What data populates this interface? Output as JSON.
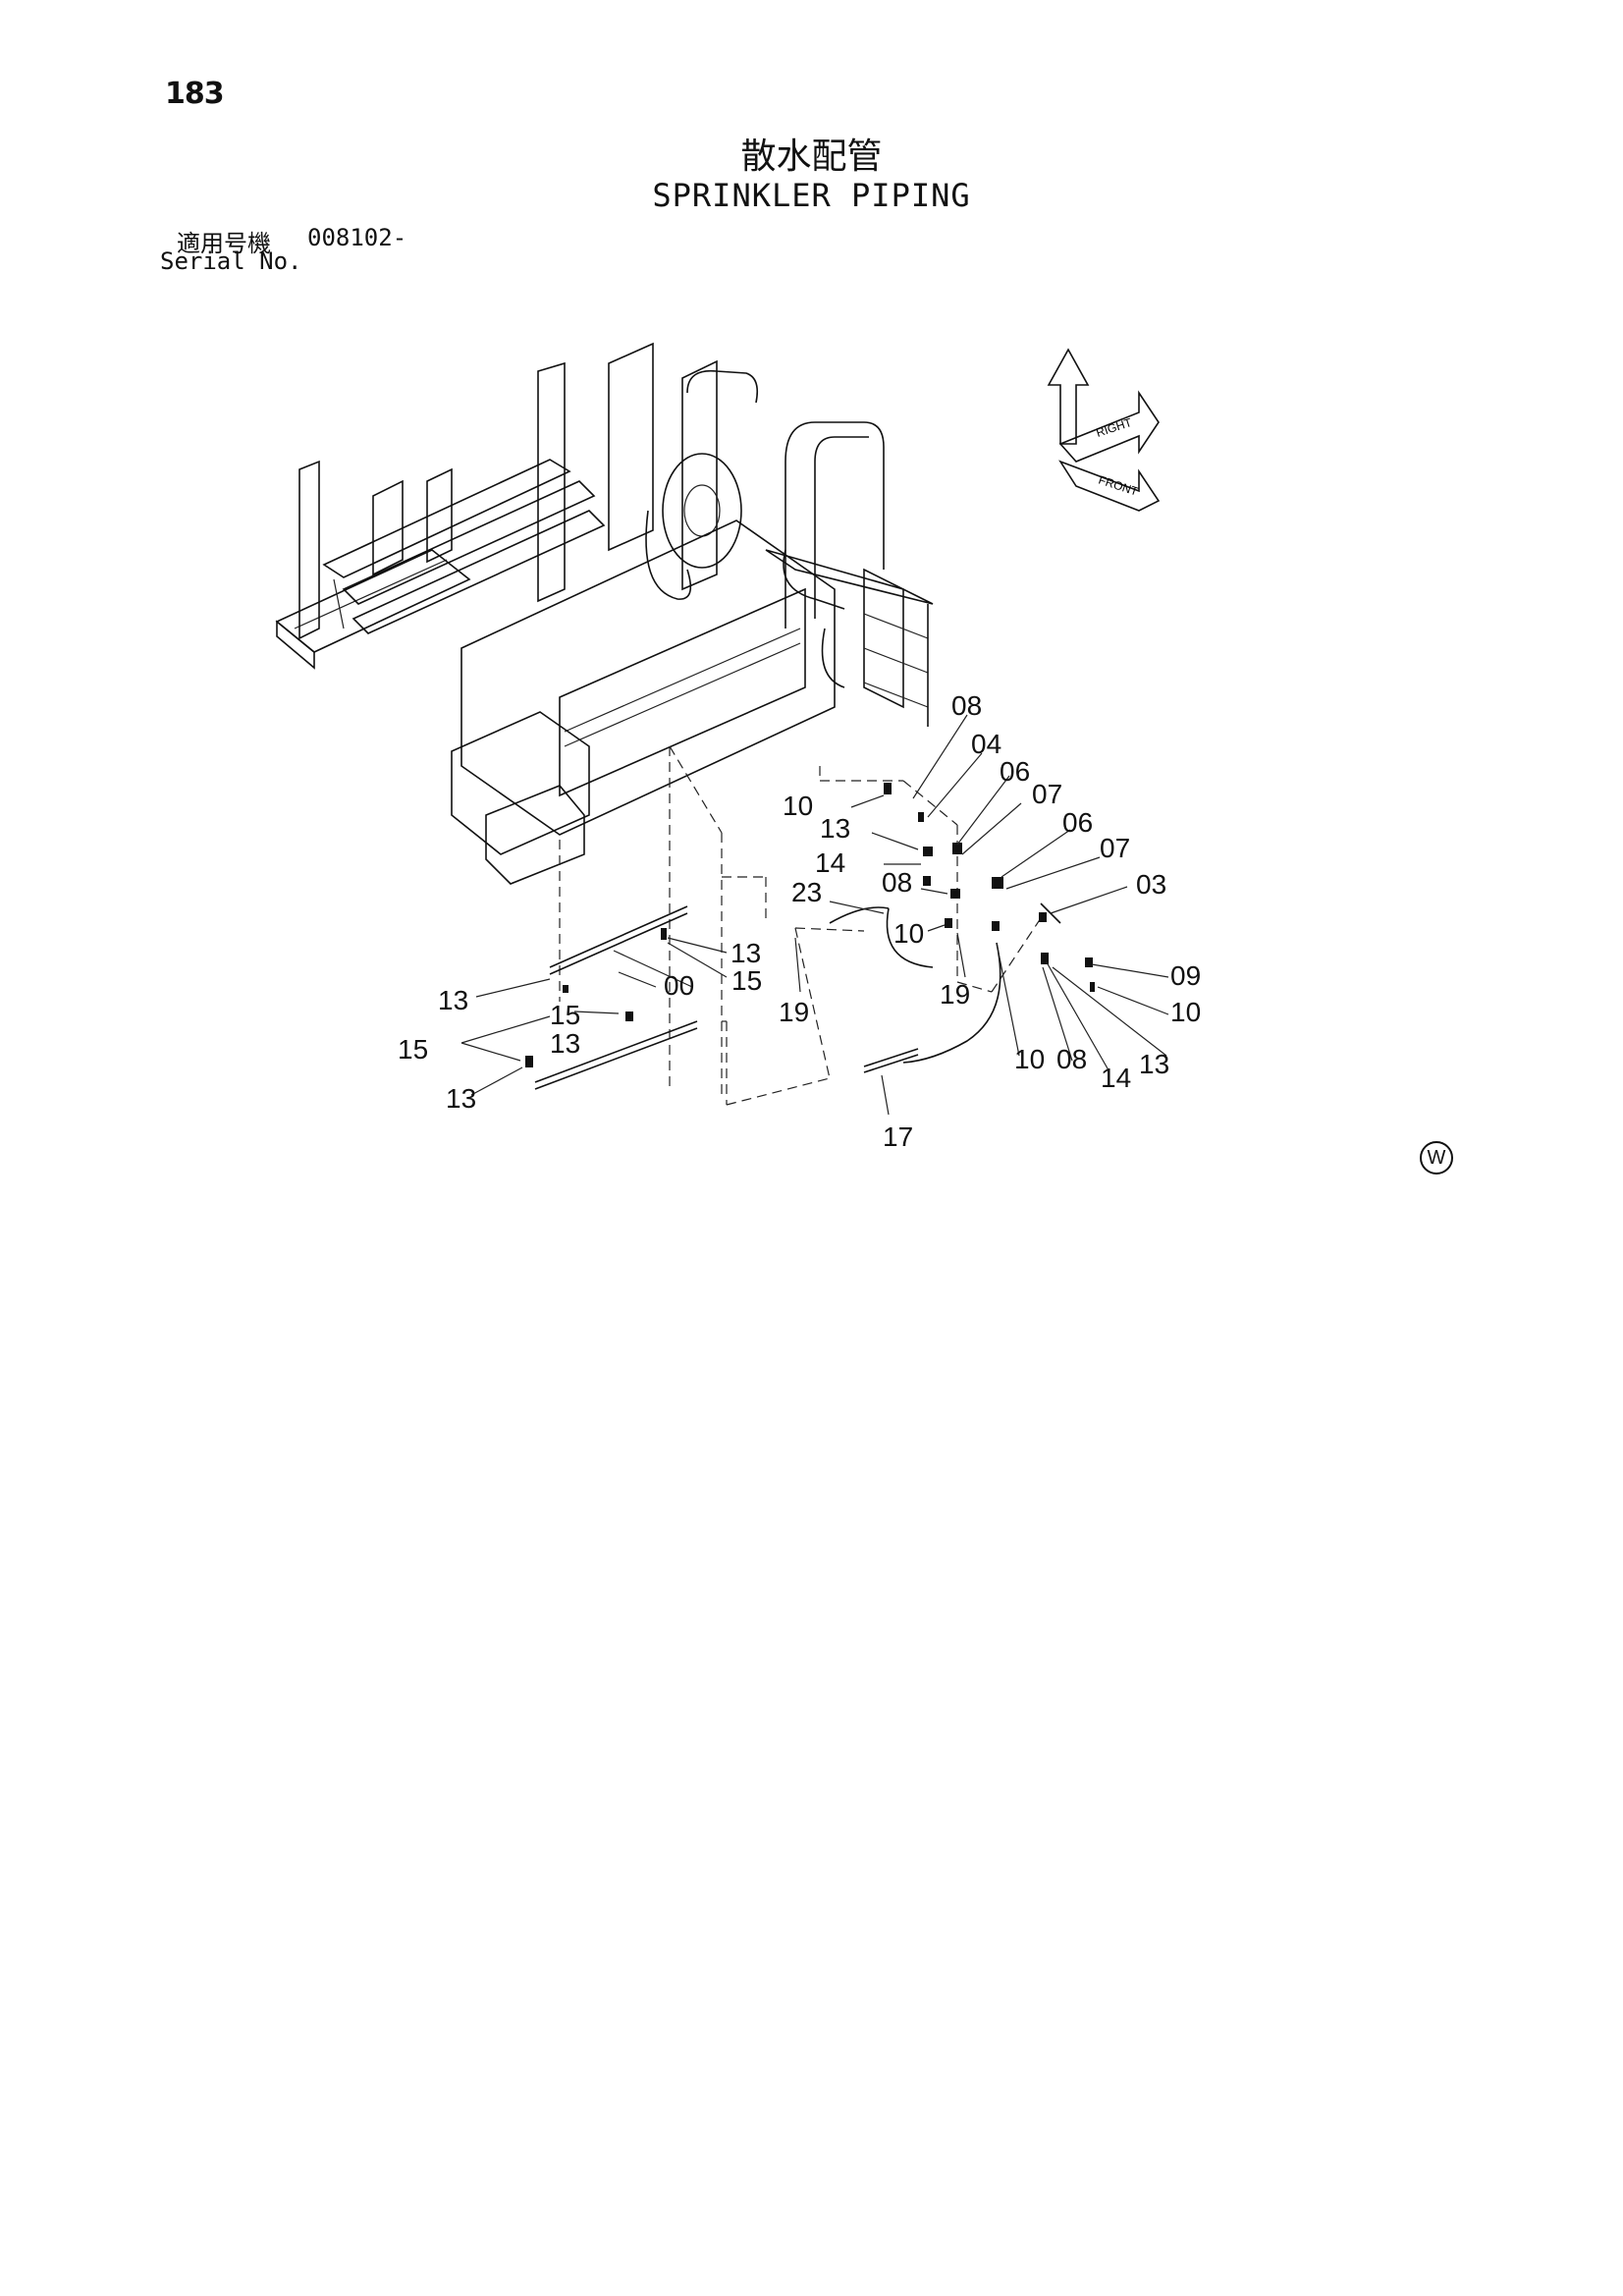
{
  "header": {
    "page_number": "183",
    "title_jp": "散水配管",
    "title_en": "SPRINKLER PIPING",
    "serial_label_jp": "適用号機",
    "serial_value": "008102-",
    "serial_label_en": "Serial No."
  },
  "corner_mark": "W",
  "orientation_icon": {
    "label_right": "RIGHT",
    "label_front": "FRONT"
  },
  "callouts": {
    "c1": "08",
    "c2": "04",
    "c3": "06",
    "c4": "07",
    "c5": "06",
    "c6": "07",
    "c7": "10",
    "c8": "13",
    "c9": "14",
    "c10": "08",
    "c11": "03",
    "c12": "23",
    "c13": "10",
    "c14": "13",
    "c15": "15",
    "c16": "00",
    "c17": "19",
    "c18": "19",
    "c19": "09",
    "c20": "10",
    "c21": "13",
    "c22": "15",
    "c23": "13",
    "c24": "15",
    "c25": "13",
    "c26": "10",
    "c27": "08",
    "c28": "14",
    "c29": "13",
    "c30": "17"
  }
}
